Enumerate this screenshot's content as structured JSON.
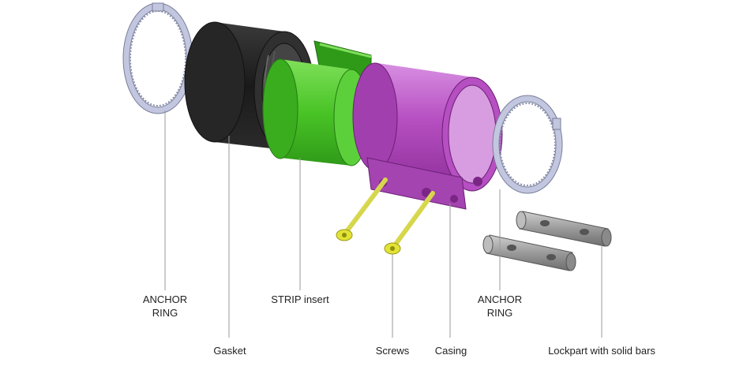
{
  "labels": {
    "anchor_ring_left": [
      "ANCHOR",
      "RING"
    ],
    "gasket": "Gasket",
    "strip_insert": "STRIP insert",
    "screws": "Screws",
    "casing": "Casing",
    "anchor_ring_right": [
      "ANCHOR",
      "RING"
    ],
    "lockpart": "Lockpart with solid bars"
  },
  "colors": {
    "gasket": "#1c1c1c",
    "strip_insert": "#49c426",
    "strip_dark": "#2e8e1a",
    "casing": "#b64fc1",
    "casing_light": "#d68be0",
    "screws": "#e3e335",
    "ring": "#b9bdd6",
    "bars": "#9a9a9a",
    "leader": "#9a9a9a"
  }
}
